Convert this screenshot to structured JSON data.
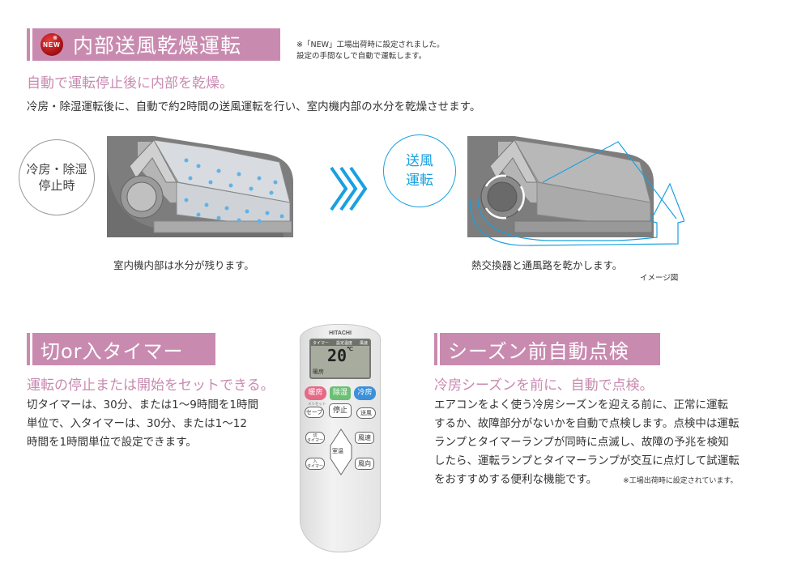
{
  "section1": {
    "badge": "NEW",
    "title": "内部送風乾燥運転",
    "note_line1": "※「NEW」工場出荷時に設定されました。",
    "note_line2": "設定の手間なしで自動で運転します。",
    "subtitle": "自動で運転停止後に内部を乾燥。",
    "description": "冷房・除湿運転後に、自動で約2時間の送風運転を行い、室内機内部の水分を乾燥させます。",
    "before": {
      "circle_line1": "冷房・除湿",
      "circle_line2": "停止時",
      "caption": "室内機内部は水分が残ります。"
    },
    "after": {
      "circle_line1": "送風",
      "circle_line2": "運転",
      "caption": "熱交換器と通風路を乾かします。",
      "image_note": "イメージ図"
    }
  },
  "section2": {
    "title": "切or入タイマー",
    "subtitle": "運転の停止または開始をセットできる。",
    "lines": [
      "切タイマーは、30分、または1〜9時間を1時間",
      "単位で、入タイマーは、30分、または1〜12",
      "時間を1時間単位で設定できます。"
    ]
  },
  "remote": {
    "brand": "HITACHI",
    "lcd_labels": [
      "タイマー",
      "設定温度",
      "風速"
    ],
    "temperature": "20",
    "unit": "℃",
    "mode": "暖房",
    "buttons": {
      "heat": "暖房",
      "dry": "除湿",
      "cool": "冷房",
      "reset_label": "メリセット",
      "save": "セーブ",
      "stop": "停止",
      "fan": "送風",
      "off_timer_1": "切",
      "off_timer_2": "タイマー",
      "on_timer_1": "入",
      "on_timer_2": "タイマー",
      "room_temp": "室温",
      "fan_speed": "風速",
      "direction": "風向"
    }
  },
  "section3": {
    "title": "シーズン前自動点検",
    "subtitle": "冷房シーズンを前に、自動で点検。",
    "lines": [
      "エアコンをよく使う冷房シーズンを迎える前に、正常に運転",
      "するか、故障部分がないかを自動で点検します。点検中は運転",
      "ランプとタイマーランプが同時に点滅し、故障の予兆を検知",
      "したら、運転ランプとタイマーランプが交互に点灯して試運転",
      "をおすすめする便利な機能です。"
    ],
    "footnote": "※工場出荷時に設定されています。"
  },
  "colors": {
    "pink": "#c98ab0",
    "blue": "#1aa0e0",
    "gray_unit": "#8a8a8a"
  }
}
